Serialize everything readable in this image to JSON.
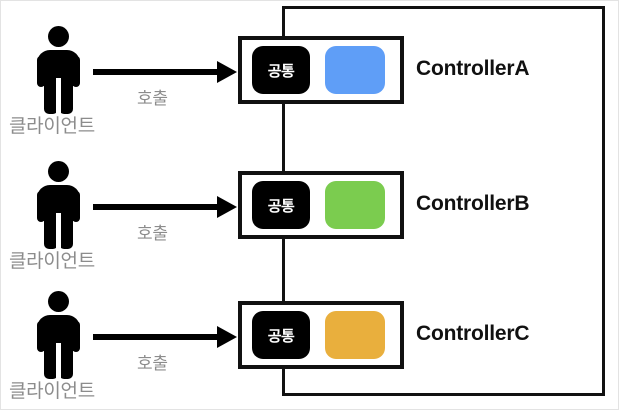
{
  "diagram": {
    "title": "Client to Controller call diagram",
    "background_color": "#ffffff",
    "frame_color": "#e3e3e3",
    "boundary_color": "#111111",
    "actor_label_color": "#8c8c8c"
  },
  "rows": [
    {
      "actor_label": "클라이언트",
      "arrow_label": "호출",
      "common_chip_label": "공통",
      "color_chip_color": "#5F9EF7",
      "controller_name": "ControllerA"
    },
    {
      "actor_label": "클라이언트",
      "arrow_label": "호출",
      "common_chip_label": "공통",
      "color_chip_color": "#7BCC4F",
      "controller_name": "ControllerB"
    },
    {
      "actor_label": "클라이언트",
      "arrow_label": "호출",
      "common_chip_label": "공통",
      "color_chip_color": "#E9AF3D",
      "controller_name": "ControllerC"
    }
  ]
}
